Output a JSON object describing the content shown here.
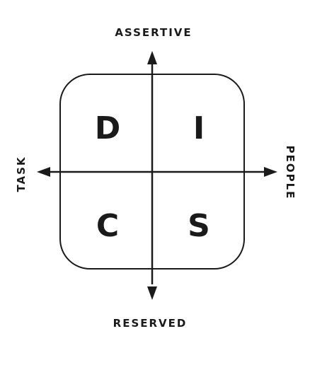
{
  "diagram": {
    "axis_labels": {
      "top": "ASSERTIVE",
      "bottom": "RESERVED",
      "left": "TASK",
      "right": "PEOPLE"
    },
    "quadrants": {
      "top_left": "D",
      "top_right": "I",
      "bottom_left": "C",
      "bottom_right": "S"
    },
    "colors": {
      "ink": "#1a1a1a",
      "background": "#ffffff"
    }
  }
}
